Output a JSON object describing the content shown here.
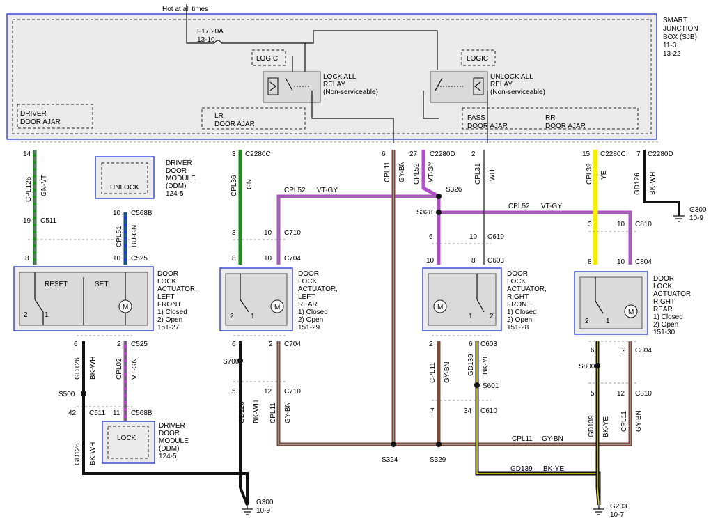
{
  "sjb": {
    "title": [
      "SMART",
      "JUNCTION",
      "BOX (SJB)",
      "11-3",
      "13-22"
    ],
    "hot": "Hot at all times",
    "fuse": [
      "F17  20A",
      "13-10"
    ],
    "logic": "LOGIC",
    "lock_relay": [
      "LOCK ALL",
      "RELAY",
      "(Non-serviceable)"
    ],
    "unlock_relay": [
      "UNLOCK ALL",
      "RELAY",
      "(Non-serviceable)"
    ],
    "driver_ajar": [
      "DRIVER",
      "DOOR AJAR"
    ],
    "lr_ajar": [
      "LR",
      "DOOR AJAR"
    ],
    "pass_ajar": [
      "PASS",
      "DOOR AJAR"
    ],
    "rr_ajar": [
      "RR",
      "DOOR AJAR"
    ]
  },
  "ddm_top": {
    "label": "UNLOCK",
    "text": [
      "DRIVER",
      "DOOR",
      "MODULE",
      "(DDM)",
      "124-5"
    ]
  },
  "ddm_bottom": {
    "label": "LOCK",
    "text": [
      "DRIVER",
      "DOOR",
      "MODULE",
      "(DDM)",
      "124-5"
    ]
  },
  "actuators": [
    {
      "text": [
        "DOOR",
        "LOCK",
        "ACTUATOR,",
        "LEFT",
        "FRONT",
        "1) Closed",
        "2) Open",
        "151-27"
      ]
    },
    {
      "text": [
        "DOOR",
        "LOCK",
        "ACTUATOR,",
        "LEFT",
        "REAR",
        "1) Closed",
        "2) Open",
        "151-29"
      ]
    },
    {
      "text": [
        "DOOR",
        "LOCK",
        "ACTUATOR,",
        "RIGHT",
        "FRONT",
        "1) Closed",
        "2) Open",
        "151-28"
      ]
    },
    {
      "text": [
        "DOOR",
        "LOCK",
        "ACTUATOR,",
        "RIGHT",
        "REAR",
        "1) Closed",
        "2) Open",
        "151-30"
      ]
    }
  ],
  "actuator_lf_switch": {
    "reset": "RESET",
    "set": "SET"
  },
  "connectors": {
    "c2280c_1": "C2280C",
    "c2280c_2": "C2280C",
    "c2280d_1": "C2280D",
    "c2280d_2": "C2280D",
    "c511": "C511",
    "c568b": "C568B",
    "c525": "C525",
    "c710": "C710",
    "c704": "C704",
    "c610": "C610",
    "c603": "C603",
    "c810": "C810",
    "c804": "C804"
  },
  "wires": {
    "cpl126": "CPL126",
    "gnvt": "GN-VT",
    "cpl51": "CPL51",
    "bugn": "BU-GN",
    "cpl36": "CPL36",
    "gn": "GN",
    "cpl11": "CPL11",
    "gybn": "GY-BN",
    "cpl52": "CPL52",
    "vtgy": "VT-GY",
    "cpl31": "CPL31",
    "wh": "WH",
    "cpl39": "CPL39",
    "ye": "YE",
    "gd126": "GD126",
    "bkwh": "BK-WH",
    "cpl02": "CPL02",
    "vtgn": "VT-GN",
    "gd139": "GD139",
    "bkye": "BK-YE"
  },
  "splices": {
    "s326": "S326",
    "s328": "S328",
    "s324": "S324",
    "s329": "S329",
    "s500": "S500",
    "s700": "S700",
    "s601": "S601",
    "s800": "S800"
  },
  "grounds": {
    "g300_top": [
      "G300",
      "10-9"
    ],
    "g300_bottom": [
      "G300",
      "10-9"
    ],
    "g203": [
      "G203",
      "10-7"
    ]
  },
  "pins": {
    "p14": "14",
    "p19": "19",
    "p8a": "8",
    "p10a": "10",
    "p10b": "10",
    "p2a": "2",
    "p1a": "1",
    "p6a": "6",
    "p2b": "2",
    "p42": "42",
    "p11": "11",
    "p3a": "3",
    "p3b": "3",
    "p10c": "10",
    "p8b": "8",
    "p10d": "10",
    "p2c": "2",
    "p1b": "1",
    "p6b": "6",
    "p2d": "2",
    "p5a": "5",
    "p12a": "12",
    "p6c": "6",
    "p27": "27",
    "p2e": "2",
    "p6d": "6",
    "p10e": "10",
    "p10f": "10",
    "p8c": "8",
    "p1c": "1",
    "p2f": "2",
    "p2g": "2",
    "p6e": "6",
    "p7a": "7",
    "p34": "34",
    "p15": "15",
    "p7b": "7",
    "p3c": "3",
    "p10g": "10",
    "p8d": "8",
    "p10h": "10",
    "p2h": "2",
    "p1d": "1",
    "p6f": "6",
    "p2i": "2",
    "p5b": "5",
    "p12b": "12"
  }
}
